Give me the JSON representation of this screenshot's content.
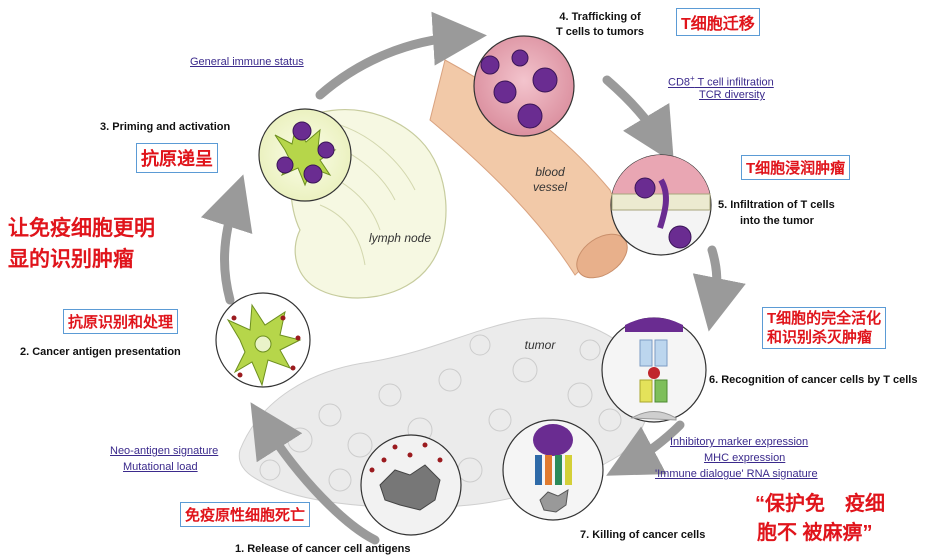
{
  "steps": {
    "s1": "1. Release of cancer cell antigens",
    "s2": "2. Cancer antigen presentation",
    "s3": "3. Priming and activation",
    "s4_line1": "4. Trafficking of",
    "s4_line2": "T cells to tumors",
    "s5_line1": "5. Infiltration of T cells",
    "s5_line2": "into the tumor",
    "s6": "6. Recognition of cancer cells by T cells",
    "s7": "7. Killing of cancer cells"
  },
  "biomarkers": {
    "general": "General immune status",
    "cd8_prefix": "CD8",
    "cd8_sup": "+",
    "cd8_suffix": " T cell  infiltration",
    "tcr": "TCR diversity",
    "neo": "Neo-antigen signature",
    "mut": "Mutational load",
    "inhib": "Inhibitory marker expression",
    "mhc": "MHC expression",
    "dialogue": "'Immune dialogue' RNA signature"
  },
  "tissue_labels": {
    "lymph_node": "lymph node",
    "blood_line1": "blood",
    "blood_line2": "vessel",
    "tumor": "tumor"
  },
  "chinese": {
    "t_migration": "T细胞迁移",
    "t_infiltrate": "T细胞浸润肿瘤",
    "antigen_present": "抗原递呈",
    "recognize_line1": "让免疫细胞更明",
    "recognize_line2": "显的识别肿瘤",
    "antigen_process": "抗原识别和处理",
    "t_activate_line1": "T细胞的完全活化",
    "t_activate_line2": "和识别杀灭肿瘤",
    "immunogenic_death": "免疫原性细胞死亡",
    "protect_line1": "“保护免　疫细",
    "protect_line2": "胞不 被麻痹”"
  },
  "colors": {
    "arrow": "#9a9a9a",
    "cn_text": "#e0141b",
    "box_border": "#5b9bd5",
    "link": "#3b2a8c",
    "vessel": "#f2c9a8",
    "cell_pink": "#e9a6b3",
    "lymph": "#f4f7cf",
    "dc_green": "#b6d64a",
    "tcell_purple": "#6a2c91"
  }
}
